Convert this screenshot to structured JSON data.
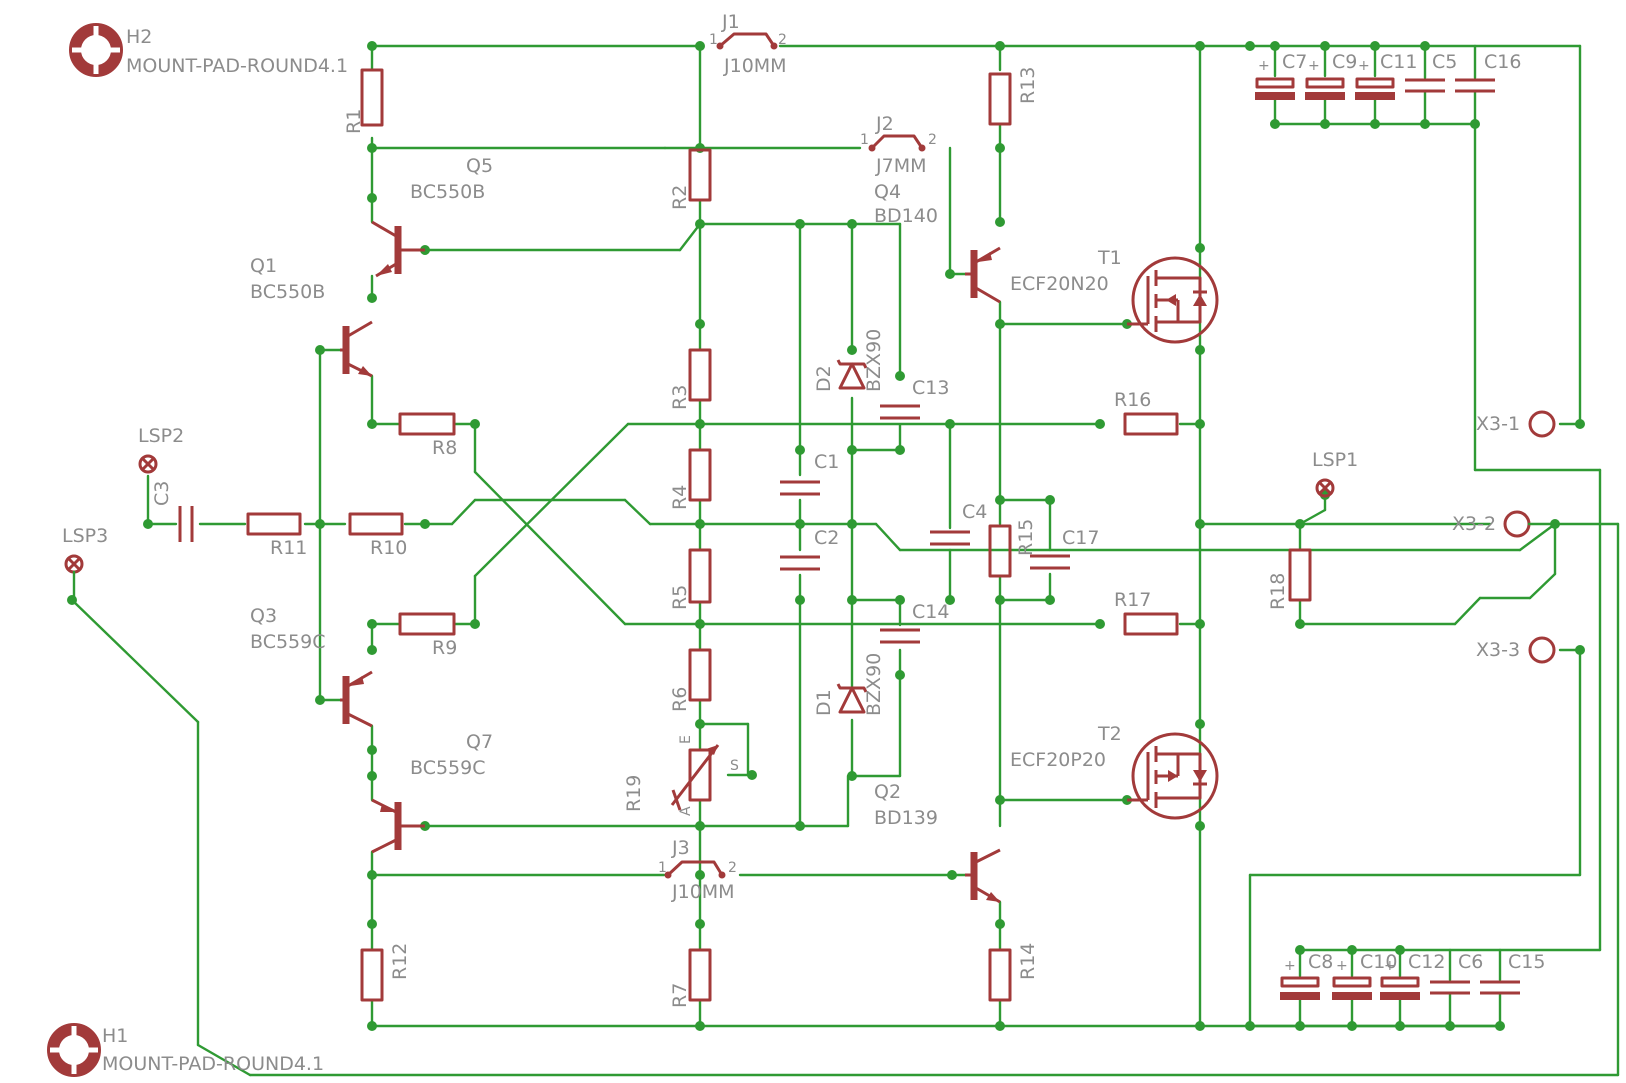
{
  "labels": {
    "H1": "H1",
    "H1v": "MOUNT-PAD-ROUND4.1",
    "H2": "H2",
    "H2v": "MOUNT-PAD-ROUND4.1",
    "J1": "J1",
    "J1v": "J10MM",
    "J2": "J2",
    "J2v": "J7MM",
    "J3": "J3",
    "J3v": "J10MM",
    "R1": "R1",
    "R2": "R2",
    "R3": "R3",
    "R4": "R4",
    "R5": "R5",
    "R6": "R6",
    "R7": "R7",
    "R8": "R8",
    "R9": "R9",
    "R10": "R10",
    "R11": "R11",
    "R12": "R12",
    "R13": "R13",
    "R14": "R14",
    "R15": "R15",
    "R16": "R16",
    "R17": "R17",
    "R18": "R18",
    "R19": "R19",
    "Q1": "Q1",
    "Q1v": "BC550B",
    "Q2": "Q2",
    "Q2v": "BD139",
    "Q3": "Q3",
    "Q3v": "BC559C",
    "Q4": "Q4",
    "Q4v": "BD140",
    "Q5": "Q5",
    "Q5v": "BC550B",
    "Q7": "Q7",
    "Q7v": "BC559C",
    "T1": "T1",
    "T1v": "ECF20N20",
    "T2": "T2",
    "T2v": "ECF20P20",
    "D1": "D1",
    "D1v": "BZX90",
    "D2": "D2",
    "D2v": "BZX90",
    "C1": "C1",
    "C2": "C2",
    "C3": "C3",
    "C4": "C4",
    "C5": "C5",
    "C6": "C6",
    "C7": "C7",
    "C8": "C8",
    "C9": "C9",
    "C10": "C10",
    "C11": "C11",
    "C12": "C12",
    "C13": "C13",
    "C14": "C14",
    "C15": "C15",
    "C16": "C16",
    "C17": "C17",
    "LSP1": "LSP1",
    "LSP2": "LSP2",
    "LSP3": "LSP3",
    "X3_1": "X3-1",
    "X3_2": "X3-2",
    "X3_3": "X3-3",
    "pinE": "E",
    "pinS": "S",
    "pinA": "A",
    "pin1": "1",
    "pin2": "2",
    "plus": "+"
  },
  "colors": {
    "wire": "#2f9a33",
    "part": "#a23a3a",
    "text": "#8c8c8c"
  }
}
